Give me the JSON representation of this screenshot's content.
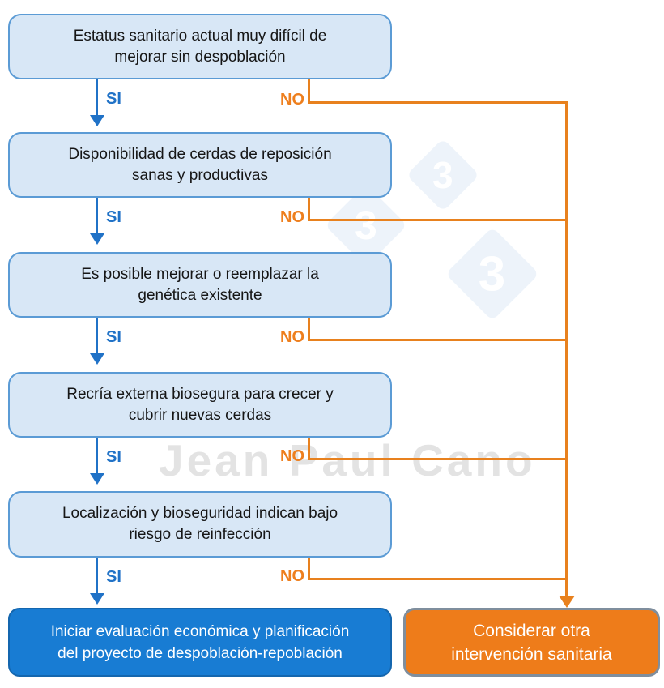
{
  "flowchart": {
    "yes_label": "SI",
    "no_label": "NO",
    "steps": [
      {
        "text": "Estatus sanitario actual muy difícil de\nmejorar sin despoblación"
      },
      {
        "text": "Disponibilidad de cerdas de reposición\nsanas y productivas"
      },
      {
        "text": "Es posible mejorar o reemplazar la\ngenética existente"
      },
      {
        "text": "Recría externa biosegura para crecer y\ncubrir nuevas cerdas"
      },
      {
        "text": "Localización y bioseguridad indican bajo\nriesgo de reinfección"
      }
    ],
    "outcome_yes": "Iniciar evaluación económica y planificación\ndel proyecto de despoblación-repoblación",
    "outcome_no": "Considerar otra\nintervención sanitaria"
  },
  "watermark": {
    "name": "Jean Paul Cano",
    "logo_digits": [
      "3",
      "3",
      "3"
    ]
  },
  "colors": {
    "decision_fill": "#d8e7f6",
    "decision_border": "#5b9bd5",
    "yes_blue": "#2072c7",
    "no_orange": "#e8811e",
    "outcome_yes_fill": "#187cd3",
    "outcome_no_fill": "#ee7c1a",
    "outcome_no_border": "#7f8e9d",
    "watermark_gray": "#e3e3e3",
    "logo_diamond_fill": "#edf3fa"
  }
}
